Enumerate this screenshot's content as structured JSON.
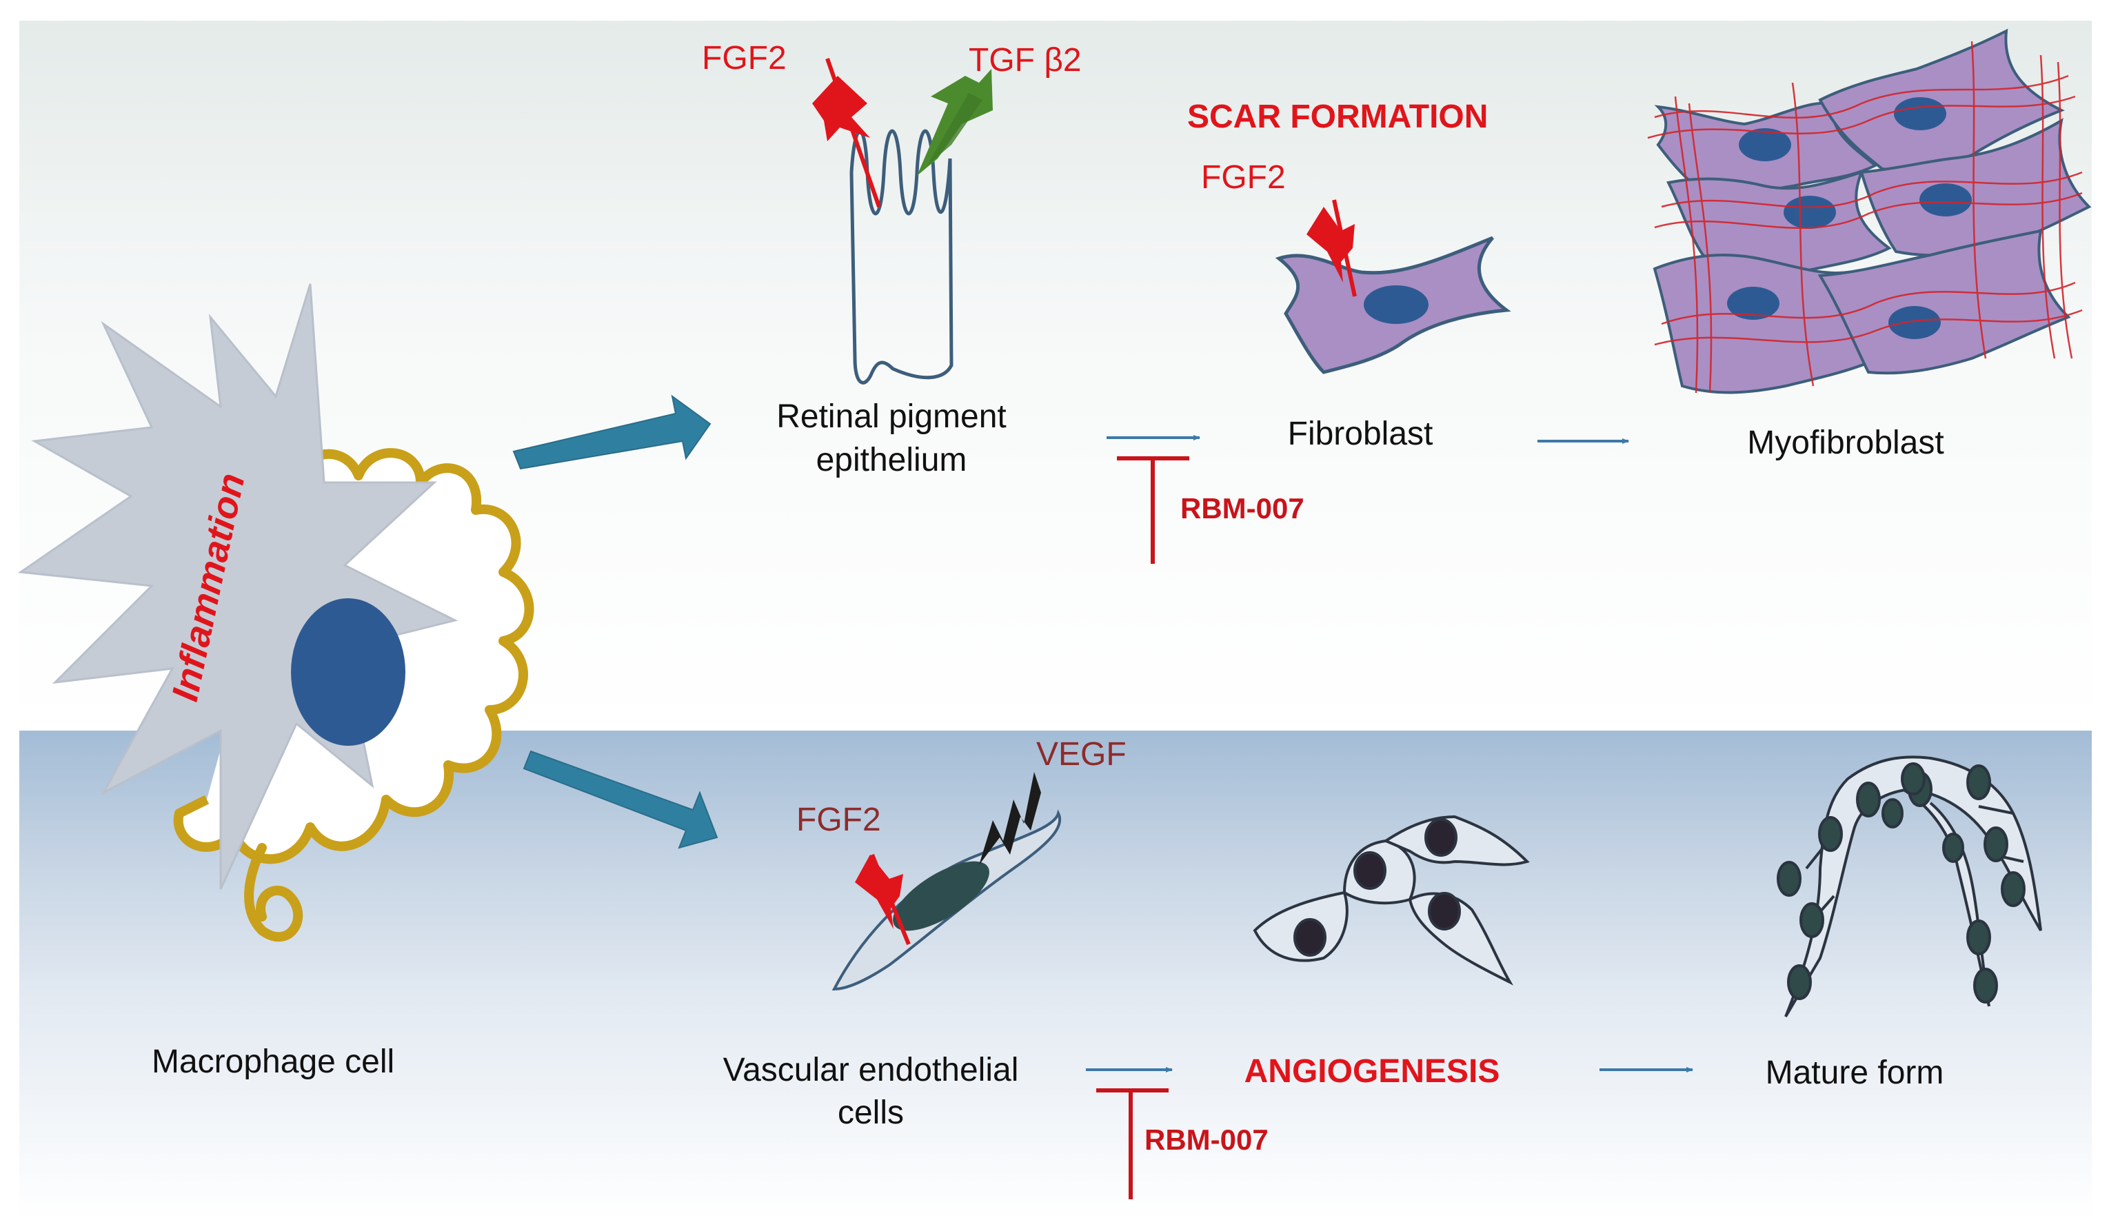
{
  "colors": {
    "accent_red": "#e0151b",
    "arrow_teal": "#2f7fa0",
    "nucleus_blue": "#2e5a94",
    "cell_violet": "#a98fc4",
    "macrophage_gold": "#c9a019",
    "inflammation_grey": "#c6ccd6"
  },
  "labels": {
    "inflammation": "Inflammation",
    "macrophage": "Macrophage cell",
    "fgf2_top": "FGF2",
    "tgf": "TGF β2",
    "rpe_line1": "Retinal pigment",
    "rpe_line2": "epithelium",
    "scar_formation": "SCAR FORMATION",
    "fgf2_fibro": "FGF2",
    "fibroblast": "Fibroblast",
    "myofibroblast": "Myofibroblast",
    "rbm_top": "RBM-007",
    "vegf": "VEGF",
    "fgf2_bottom": "FGF2",
    "vec_line1": "Vascular endothelial",
    "vec_line2": "cells",
    "angiogenesis": "ANGIOGENESIS",
    "mature_form": "Mature form",
    "rbm_bottom": "RBM-007"
  },
  "icons": {
    "ligand": "lightning-ligand-icon",
    "inhibitor": "t-bar-inhibitor-icon",
    "pathway": "arrow-icon"
  }
}
